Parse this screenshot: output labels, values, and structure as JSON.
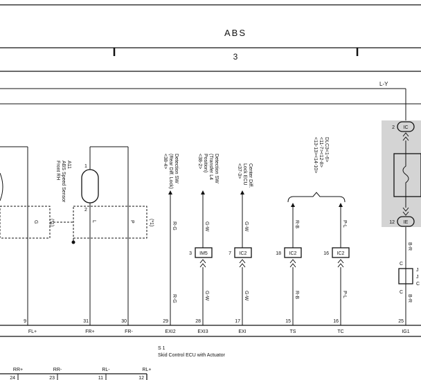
{
  "header": {
    "system": "ABS",
    "section": "3"
  },
  "wires": {
    "top_label": "L-Y"
  },
  "sensor": {
    "ref": "A11",
    "name": "ABS Speed Sensor",
    "position": "Front RH",
    "pin1": "1",
    "pin2": "2"
  },
  "shielded_group": {
    "left_label": "(*1)",
    "right_label": "(*1)",
    "wire_g": "G",
    "wire_l": "L",
    "wire_p": "P"
  },
  "connections": [
    {
      "desc1": "Detection SW",
      "desc2": "(Rear Diff. Lock)",
      "desc3": "<38-4>",
      "wire_top": "R-G",
      "wire_bottom": "R-G",
      "pin": "29",
      "terminal": "EXI2"
    },
    {
      "desc1": "Detection SW",
      "desc2": "(Transfer L4",
      "desc3": "Position)",
      "desc4": "<38-2>",
      "wire_top": "G-W",
      "wire_bottom": "G-W",
      "conn_pin": "3",
      "conn": "IM5",
      "pin": "28",
      "terminal": "EXI3"
    },
    {
      "desc1": "Center Diff.",
      "desc2": "Lock ECU",
      "desc3": "<37-3>",
      "wire_top": "G-W",
      "wire_bottom": "G-W",
      "conn_pin": "7",
      "conn": "IC2",
      "pin": "17",
      "terminal": "EXI"
    },
    {
      "wire_top": "R-B",
      "wire_bottom": "R-B",
      "conn_pin": "18",
      "conn": "IC2",
      "pin": "15",
      "terminal": "TS"
    },
    {
      "wire_top": "P-L",
      "wire_bottom": "P-L",
      "conn_pin": "16",
      "conn": "IC2",
      "pin": "16",
      "terminal": "TC"
    }
  ],
  "dlc": {
    "line1": "DLC3<1-6>",
    "line2": "<11-7><12-8>",
    "line3": "<13-13><14-10>"
  },
  "junction": {
    "top_pin": "2",
    "top_conn": "IC",
    "bottom_pin": "12",
    "bottom_conn": "IE",
    "wire": "B-R",
    "wire2": "B-R",
    "c_top": "C",
    "c_bottom": "C",
    "ref1": "J",
    "ref2": "J",
    "ref3": "C"
  },
  "ecu_pins": [
    {
      "pin": "9",
      "terminal": "FL+"
    },
    {
      "pin": "31",
      "terminal": "FR+"
    },
    {
      "pin": "30",
      "terminal": "FR-"
    },
    {
      "pin": "25",
      "terminal": "IG1"
    }
  ],
  "ecu": {
    "ref": "S 1",
    "name": "Skid Control ECU with Actuator"
  },
  "bottom_terminals": [
    {
      "label": "RR+",
      "pin": "24"
    },
    {
      "label": "RR-",
      "pin": "23"
    },
    {
      "label": "RL-",
      "pin": "11"
    },
    {
      "label": "RL+",
      "pin": "12"
    }
  ]
}
